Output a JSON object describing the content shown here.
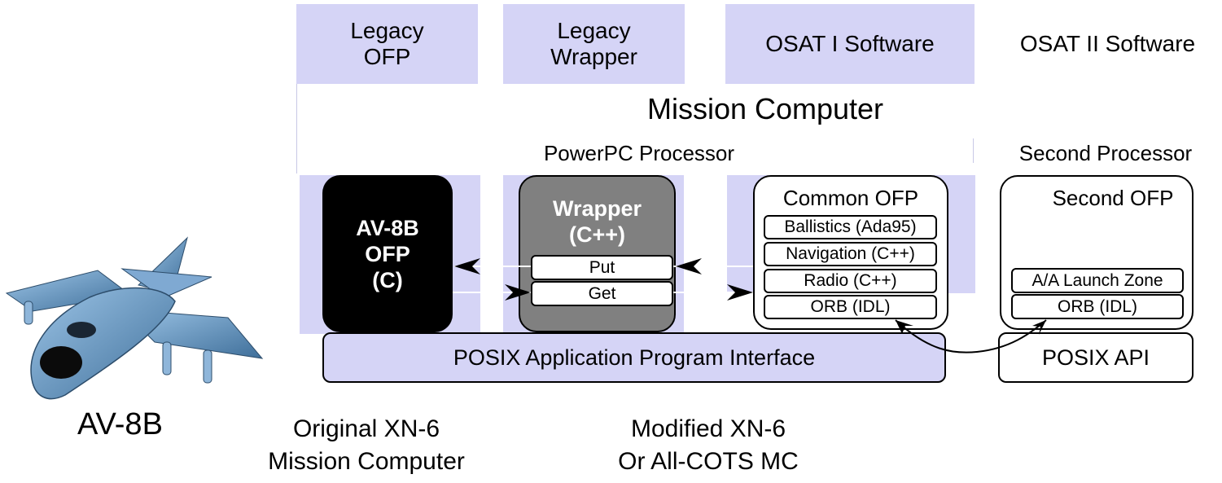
{
  "top_labels": {
    "legacy_ofp": "Legacy\nOFP",
    "legacy_wrapper": "Legacy\nWrapper",
    "osat_i": "OSAT I Software",
    "osat_ii": "OSAT II Software"
  },
  "mission_computer": "Mission Computer",
  "powerpc_processor": "PowerPC Processor",
  "second_processor": "Second Processor",
  "av8b_ofp": {
    "title": "AV-8B\nOFP\n(C)"
  },
  "wrapper": {
    "title": "Wrapper\n(C++)",
    "put": "Put",
    "get": "Get"
  },
  "common_ofp": {
    "title": "Common OFP",
    "items": [
      "Ballistics (Ada95)",
      "Navigation (C++)",
      "Radio (C++)",
      "ORB (IDL)"
    ]
  },
  "second_ofp": {
    "title": "Second OFP",
    "items": [
      "A/A Launch Zone",
      "ORB (IDL)"
    ]
  },
  "posix_api_main": "POSIX Application Program Interface",
  "posix_api_second": "POSIX API",
  "aircraft_label": "AV-8B",
  "caption_original": "Original XN-6\nMission Computer",
  "caption_modified": "Modified XN-6\nOr All-COTS MC",
  "colors": {
    "band": "#d5d4f6",
    "av8b_box": "#000000",
    "wrapper_box": "#808080",
    "posix_bar": "#d5d4f6"
  }
}
